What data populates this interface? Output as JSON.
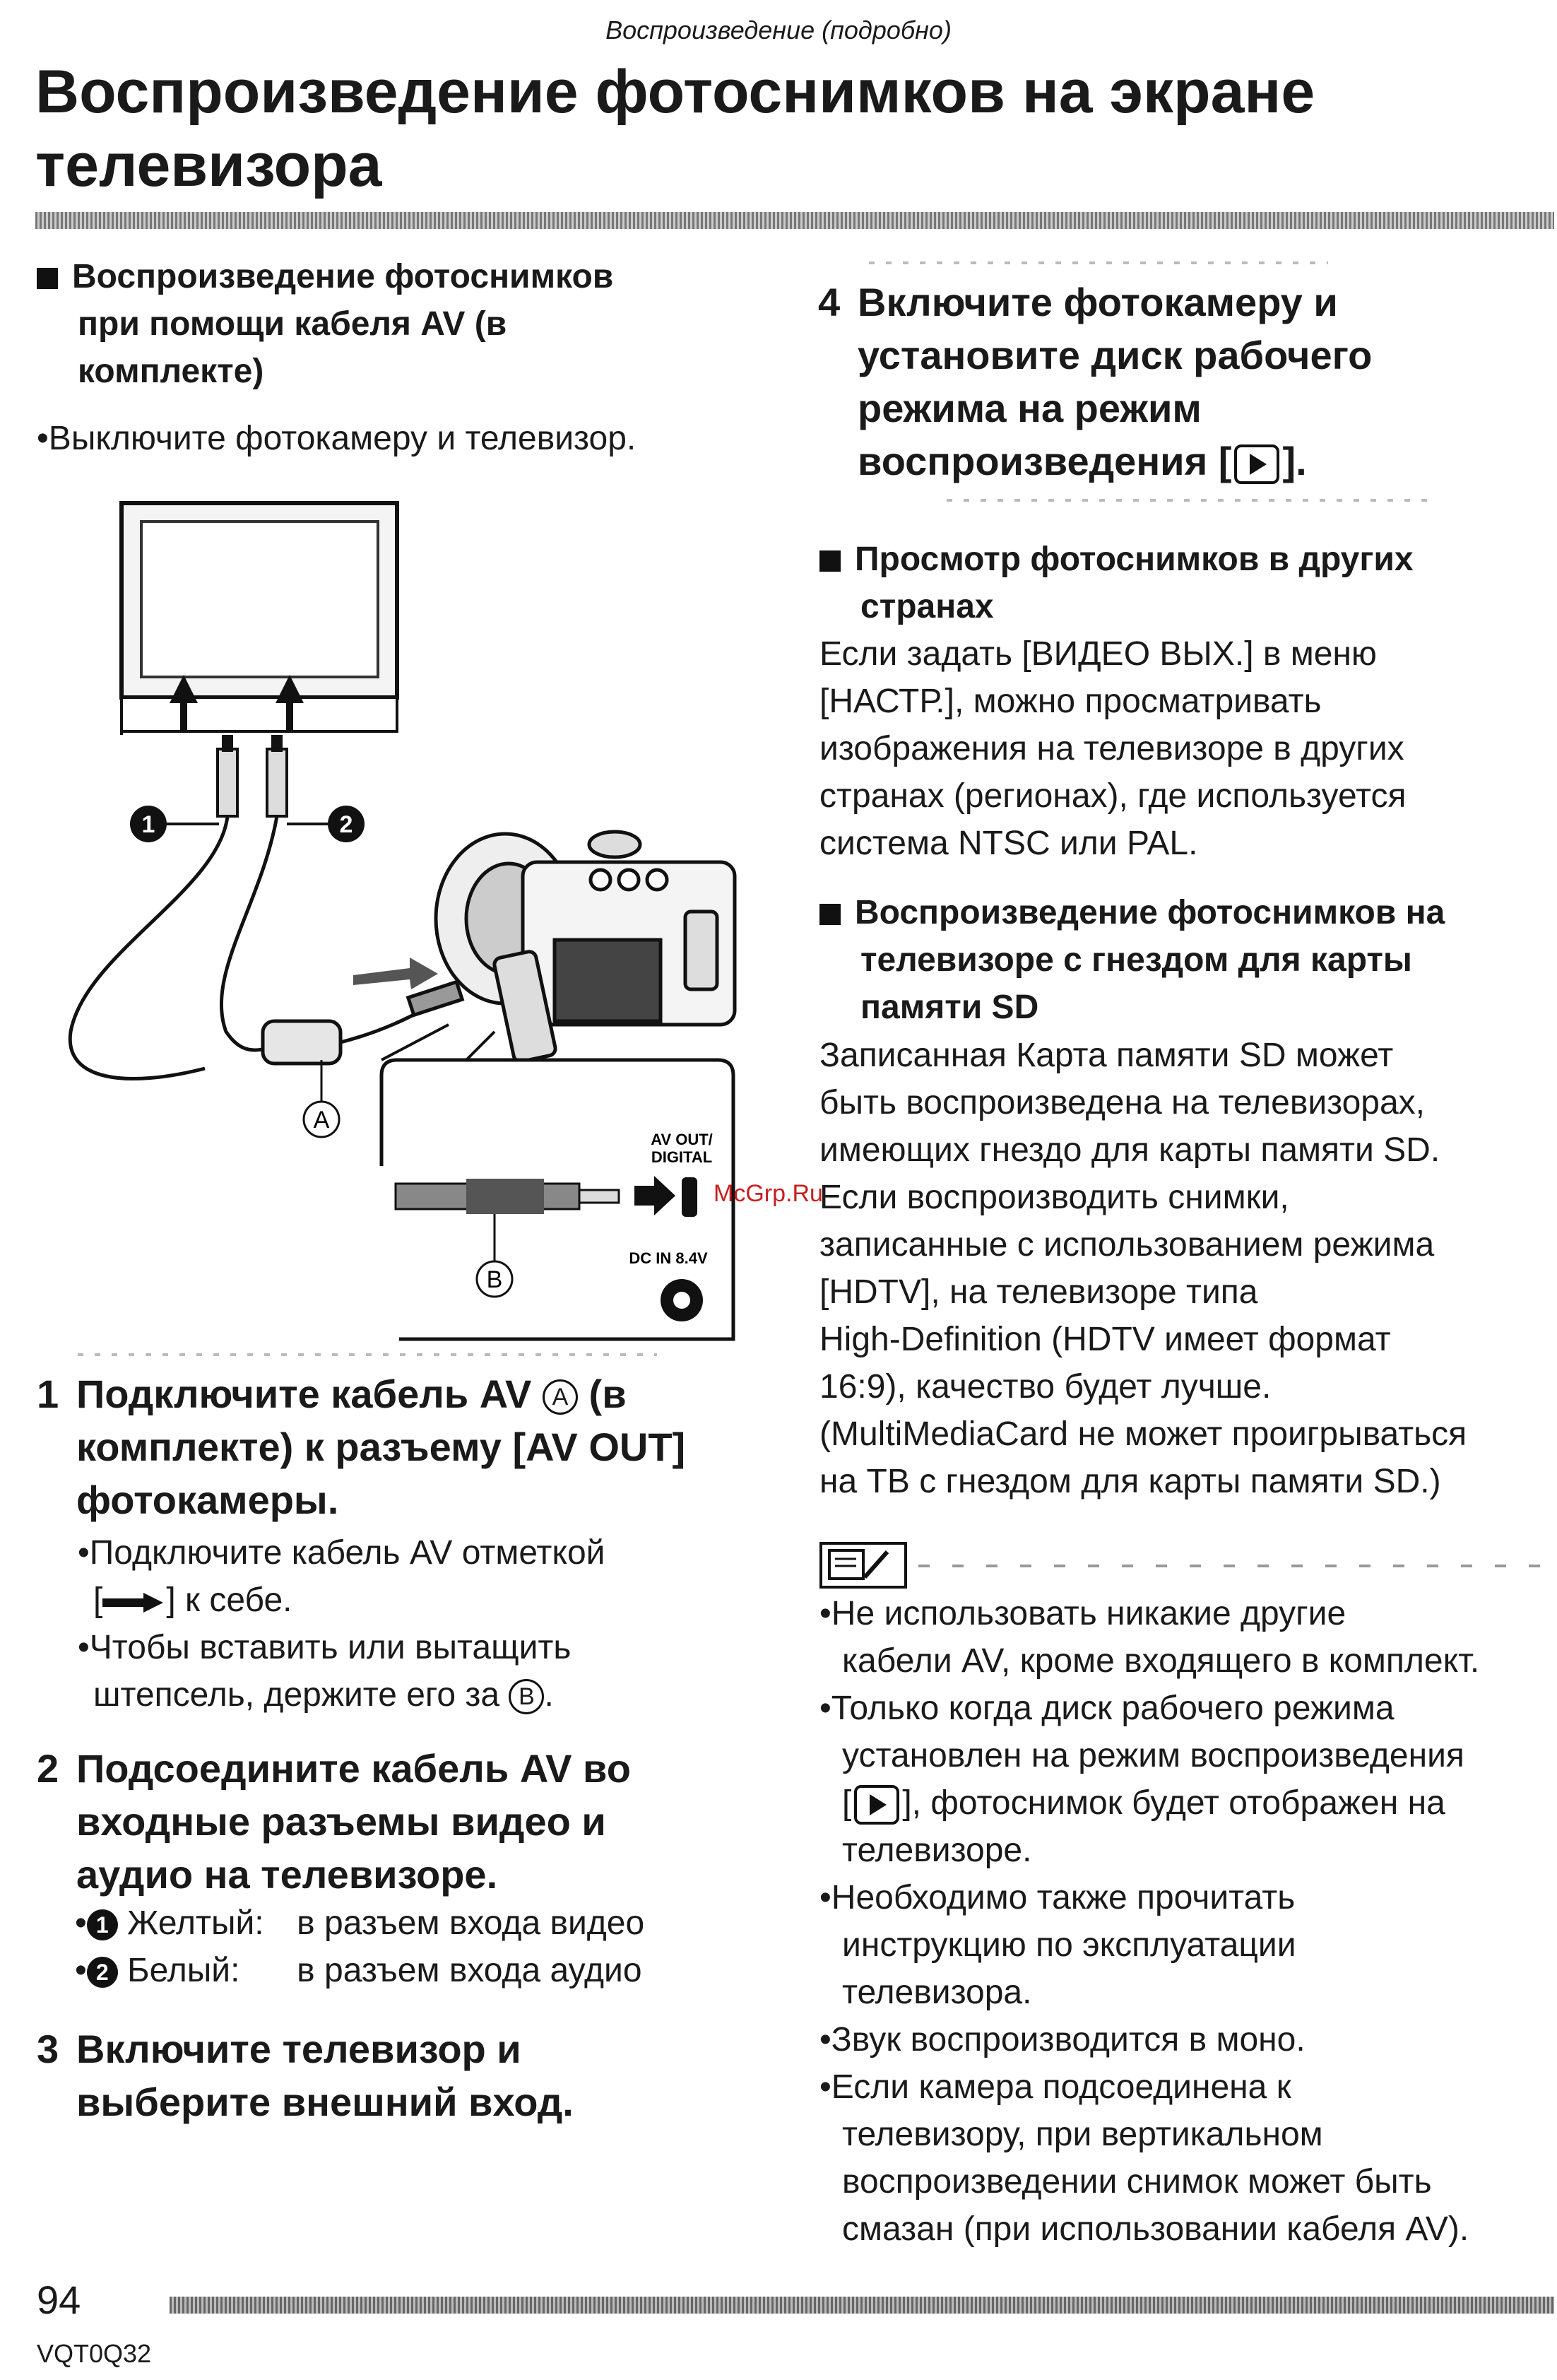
{
  "header": {
    "section": "Воспроизведение (подробно)",
    "title_line1": "Воспроизведение фотоснимков на экране",
    "title_line2": "телевизора"
  },
  "left": {
    "sub_heading_l1": "Воспроизведение фотоснимков",
    "sub_heading_l2": "при помощи кабеля AV (в",
    "sub_heading_l3": "комплекте)",
    "intro": "•Выключите фотокамеру и телевизор.",
    "figure": {
      "label_av_out": "AV OUT/",
      "label_digital": "DIGITAL",
      "label_dc": "DC IN 8.4V",
      "callout_a": "A",
      "callout_b": "B",
      "callout_1": "1",
      "callout_2": "2"
    },
    "step1": {
      "num": "1",
      "l1": "Подключите кабель AV",
      "l1b": "(в",
      "l2": "комплекте) к разъему [AV OUT]",
      "l3": "фотокамеры.",
      "b1_l1": "•Подключите кабель AV отметкой",
      "b1_l2_pre": "[",
      "b1_l2_post": "] к себе.",
      "b2_l1": "•Чтобы вставить или вытащить",
      "b2_l2": "штепсель, держите его за"
    },
    "step2": {
      "num": "2",
      "l1": "Подсоедините кабель AV во",
      "l2": "входные разъемы видео и",
      "l3": "аудио на телевизоре.",
      "b1_label": "Желтый:",
      "b1_text": "в разъем входа видео",
      "b2_label": "Белый:",
      "b2_text": "в разъем входа аудио"
    },
    "step3": {
      "num": "3",
      "l1": "Включите телевизор и",
      "l2": "выберите внешний вход."
    }
  },
  "right": {
    "step4": {
      "num": "4",
      "l1": "Включите фотокамеру и",
      "l2": "установите диск рабочего",
      "l3": "режима на режим",
      "l4_pre": "воспроизведения [",
      "l4_post": "]."
    },
    "sec_other": {
      "h1": "Просмотр фотоснимков в других",
      "h2": "странах",
      "t1": "Если задать [ВИДЕО ВЫХ.] в меню",
      "t2": "[НАСТР.], можно просматривать",
      "t3": "изображения на телевизоре в других",
      "t4": "странах (регионах), где используется",
      "t5": "система NTSC или PAL."
    },
    "sec_sd": {
      "h1": "Воспроизведение фотоснимков на",
      "h2": "телевизоре с гнездом для карты",
      "h3": "памяти SD",
      "t1": "Записанная Карта памяти SD может",
      "t2": "быть воспроизведена на телевизорах,",
      "t3": "имеющих гнездо для карты памяти SD.",
      "t4": "Если воспроизводить снимки,",
      "t5": "записанные с использованием режима",
      "t6": "[HDTV], на телевизоре типа",
      "t7": "High-Definition (HDTV имеет формат",
      "t8": "16:9), качество будет лучше.",
      "t9": "(MultiMediaCard не может проигрываться",
      "t10": "на ТВ с гнездом для карты памяти SD.)"
    },
    "notes": {
      "n1_l1": "•Не использовать никакие другие",
      "n1_l2": "кабели AV, кроме входящего в комплект.",
      "n2_l1": "•Только когда диск рабочего режима",
      "n2_l2": "установлен на режим воспроизведения",
      "n2_l3_pre": "[",
      "n2_l3_post": "], фотоснимок будет отображен на",
      "n2_l4": "телевизоре.",
      "n3_l1": "•Необходимо также прочитать",
      "n3_l2": "инструкцию по эксплуатации",
      "n3_l3": "телевизора.",
      "n4_l1": "•Звук воспроизводится в моно.",
      "n5_l1": "•Если камера подсоединена к",
      "n5_l2": "телевизору, при вертикальном",
      "n5_l3": "воспроизведении снимок может быть",
      "n5_l4": "смазан (при использовании кабеля AV)."
    }
  },
  "watermark": "McGrp.Ru",
  "footer": {
    "page_number": "94",
    "code": "VQT0Q32"
  }
}
